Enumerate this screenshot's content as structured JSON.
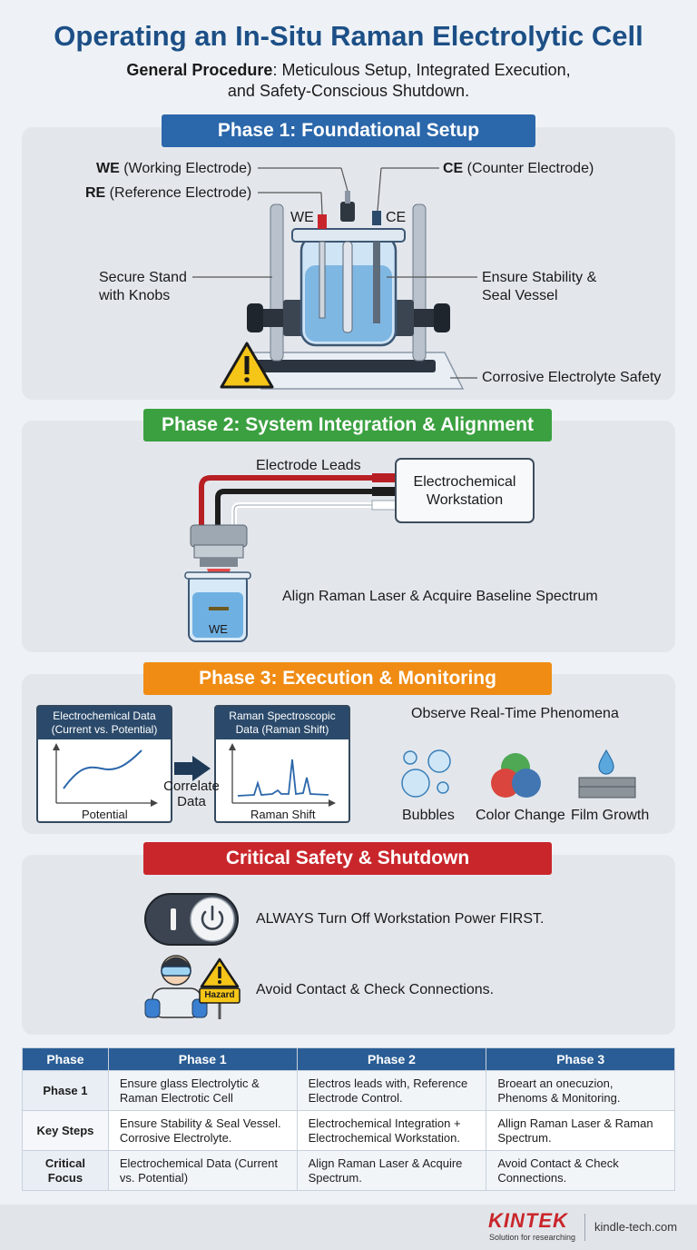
{
  "header": {
    "title": "Operating an In-Situ Raman Electrolytic Cell",
    "subtitle_bold": "General Procedure",
    "subtitle_rest": ": Meticulous Setup, Integrated Execution,",
    "subtitle_line2": "and Safety-Conscious Shutdown."
  },
  "phase1": {
    "banner": "Phase 1: Foundational Setup",
    "we_abbr": "WE",
    "we_full": " (Working Electrode)",
    "re_abbr": "RE",
    "re_full": " (Reference Electrode)",
    "ce_abbr": "CE",
    "ce_full": " (Counter Electrode)",
    "we_tag": "WE",
    "ce_tag": "CE",
    "stand_line1": "Secure Stand",
    "stand_line2": "with Knobs",
    "seal_line1": "Ensure Stability &",
    "seal_line2": "Seal Vessel",
    "corrosive": "Corrosive Electrolyte Safety"
  },
  "phase2": {
    "banner": "Phase 2: System Integration & Alignment",
    "leads": "Electrode Leads",
    "workstation_line1": "Electrochemical",
    "workstation_line2": "Workstation",
    "we_tag": "WE",
    "align": "Align Raman Laser & Acquire Baseline Spectrum"
  },
  "phase3": {
    "banner": "Phase 3: Execution & Monitoring",
    "echem_header": "Electrochemical Data (Current vs. Potential)",
    "echem_xlabel": "Potential",
    "raman_header": "Raman Spectroscopic Data (Raman Shift)",
    "raman_xlabel": "Raman Shift",
    "correlate_line1": "Correlate",
    "correlate_line2": "Data",
    "observe": "Observe Real-Time Phenomena",
    "phenomena": [
      "Bubbles",
      "Color Change",
      "Film Growth"
    ]
  },
  "safety": {
    "banner": "Critical Safety & Shutdown",
    "power": "ALWAYS Turn Off Workstation Power FIRST.",
    "contact": "Avoid Contact & Check Connections.",
    "hazard": "Hazard"
  },
  "table": {
    "headers": [
      "Phase",
      "Phase 1",
      "Phase 2",
      "Phase 3"
    ],
    "rows": [
      [
        "Phase 1",
        "Ensure glass Electrolytic & Raman Electrotic Cell",
        "Electros leads with, Reference Electrode Control.",
        "Broeart an onecuzion, Phenoms & Monitoring."
      ],
      [
        "Key Steps",
        "Ensure Stability & Seal Vessel. Corrosive Electrolyte.",
        "Electrochemical Integration + Electrochemical Workstation.",
        "Allign Raman Laser & Raman Spectrum."
      ],
      [
        "Critical Focus",
        "Electrochemical Data (Current vs. Potential)",
        "Align Raman Laser & Acquire Spectrum.",
        "Avoid Contact & Check Connections."
      ]
    ]
  },
  "footer": {
    "brand": "KINTEK",
    "tagline": "Solution for researching",
    "site": "kindle-tech.com"
  },
  "colors": {
    "title": "#1c4f86",
    "phase1": "#2b67ab",
    "phase2": "#3ba040",
    "phase3": "#f08c14",
    "safety": "#c9262b",
    "brand": "#c9262b"
  }
}
